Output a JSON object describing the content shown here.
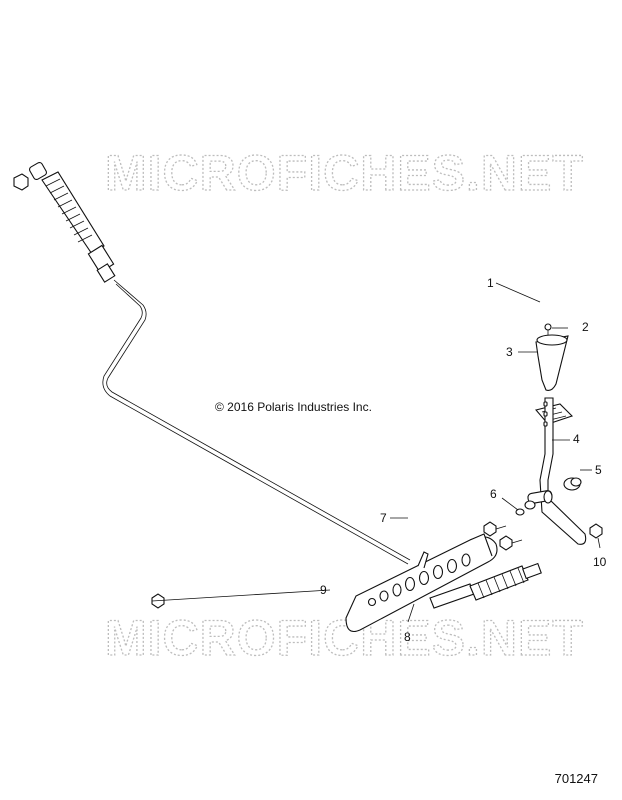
{
  "watermark": "MICROFICHES.NET",
  "copyright": "© 2016 Polaris Industries Inc.",
  "diagram_id": "701247",
  "callouts": [
    {
      "id": "c1",
      "label": "1"
    },
    {
      "id": "c2",
      "label": "2"
    },
    {
      "id": "c3",
      "label": "3"
    },
    {
      "id": "c4",
      "label": "4"
    },
    {
      "id": "c5",
      "label": "5"
    },
    {
      "id": "c6",
      "label": "6"
    },
    {
      "id": "c7",
      "label": "7"
    },
    {
      "id": "c8",
      "label": "8"
    },
    {
      "id": "c9",
      "label": "9"
    },
    {
      "id": "c10",
      "label": "10"
    }
  ]
}
